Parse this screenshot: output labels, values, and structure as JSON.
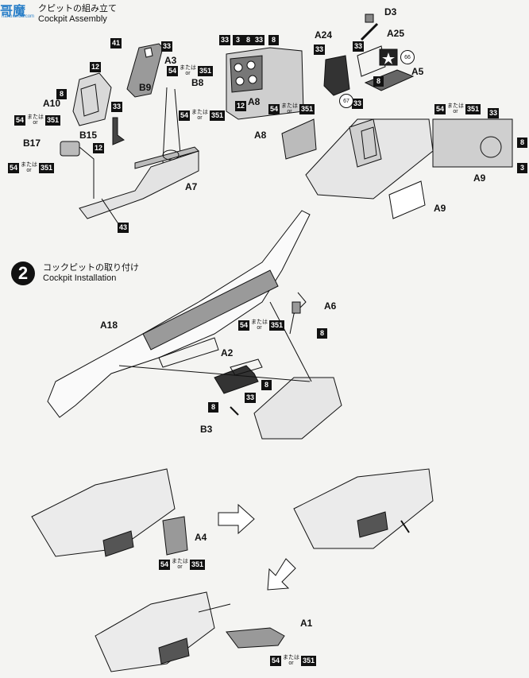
{
  "watermark": {
    "text": "哥魔",
    "url": "nano.shou.com"
  },
  "step1": {
    "title_jp": "クピットの組み立て",
    "title_en": "Cockpit Assembly"
  },
  "step2": {
    "number": "2",
    "title_jp": "コックピットの取り付け",
    "title_en": "Cockpit Installation"
  },
  "paint_or": {
    "jp": "または",
    "en": "or"
  },
  "parts": {
    "D3": "D3",
    "A24": "A24",
    "A25": "A25",
    "A3": "A3",
    "B8": "B8",
    "B9": "B9",
    "A10": "A10",
    "B15": "B15",
    "B17": "B17",
    "A7": "A7",
    "A8a": "A8",
    "A8b": "A8",
    "A5": "A5",
    "A9a": "A9",
    "A9b": "A9",
    "A6": "A6",
    "A18": "A18",
    "A2": "A2",
    "B3": "B3",
    "A4": "A4",
    "A1": "A1"
  },
  "colors": {
    "c3": "3",
    "c8": "8",
    "c12": "12",
    "c33": "33",
    "c41": "41",
    "c43": "43",
    "c54": "54",
    "c351": "351"
  },
  "decals": {
    "d66": "66",
    "d67": "67"
  }
}
